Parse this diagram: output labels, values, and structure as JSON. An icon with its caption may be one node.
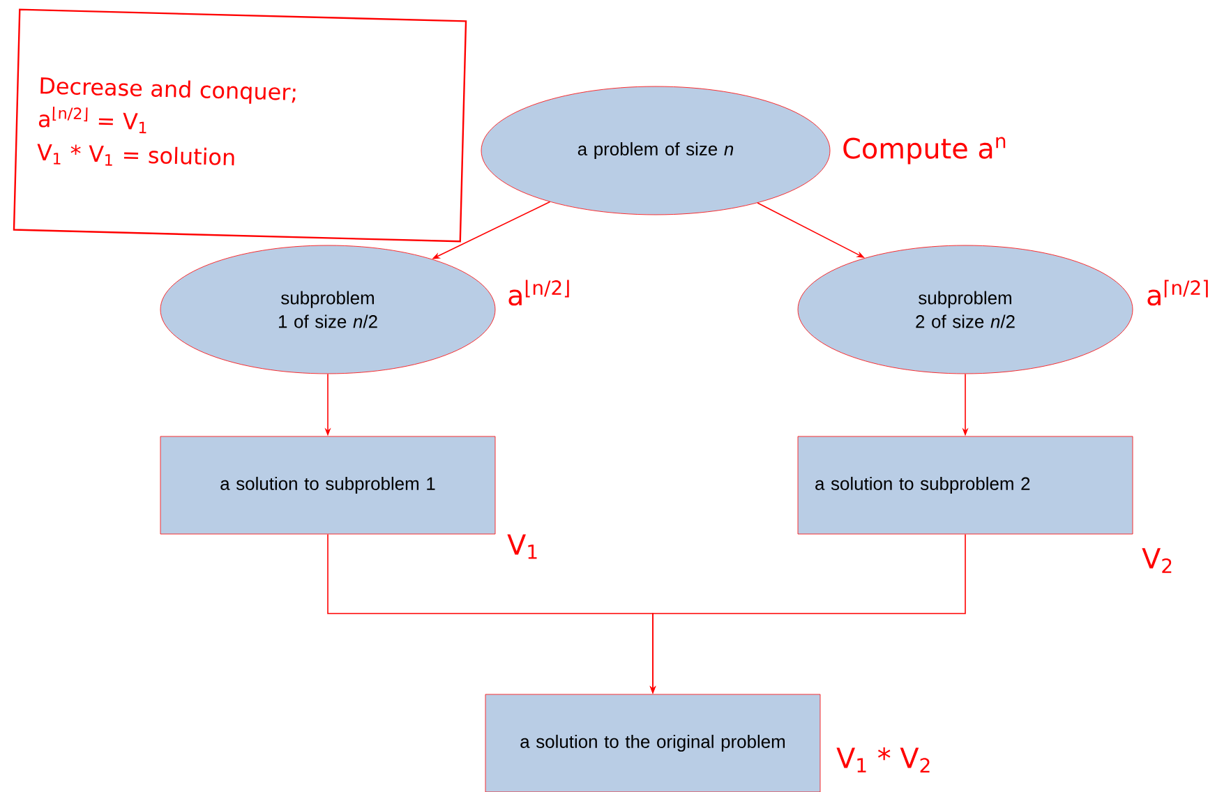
{
  "diagram": {
    "nodes": [
      {
        "text": [
          "Decrease and conquer;",
          "a$^{⌊n/2⌋}$ = V$_{1}$",
          "V$_{1}$ * V$_{1}$ = solution"
        ]
      },
      {
        "text": [
          "a problem of size *n*"
        ],
        "beside": [
          "Compute a$^{n}$"
        ]
      },
      {
        "text": [
          "subproblem 1 of size *n*/2"
        ],
        "beside": [
          "a$^{⌊n/2⌋}$"
        ]
      },
      {
        "text": [
          "subproblem 2 of size *n*/2"
        ],
        "beside": [
          "a$^{⌈n/2⌉}$"
        ]
      },
      {
        "text": [
          "a solution to subproblem 1"
        ],
        "beside": [
          "V$_{1}$"
        ]
      },
      {
        "text": [
          "a solution to subproblem 2"
        ],
        "beside": [
          "V$_{2}$"
        ]
      },
      {
        "text": [
          "a solution to the original problem"
        ],
        "beside": [
          "V$_{1}$ * V$_{2}$"
        ]
      }
    ],
    "edges": [
      {
        "from": 1,
        "to": 2,
        "arrow": "to"
      },
      {
        "from": 1,
        "to": 3,
        "arrow": "to"
      },
      {
        "from": 2,
        "to": 4,
        "arrow": "to"
      },
      {
        "from": 3,
        "to": 5,
        "arrow": "to"
      },
      {
        "from": 4,
        "to": 6,
        "arrow": "to"
      },
      {
        "from": 5,
        "to": 6,
        "arrow": "to"
      }
    ]
  }
}
